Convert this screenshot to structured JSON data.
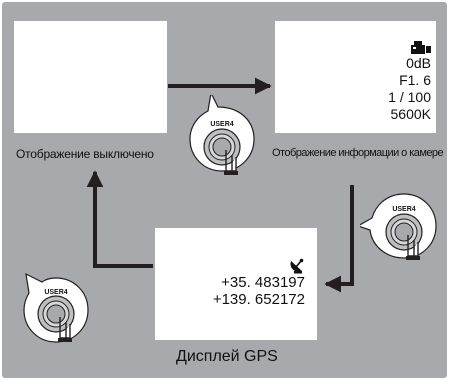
{
  "screens": {
    "off": {
      "caption": "Отображение выключено"
    },
    "camera": {
      "caption": "Отображение информации о камере",
      "icon": "video-camera-icon",
      "gain": "0dB",
      "iris": "F1. 6",
      "shutter": "1 / 100",
      "white_balance": "5600K"
    },
    "gps": {
      "caption": "Дисплей GPS",
      "icon": "satellite-dish-icon",
      "latitude": "+35. 483197",
      "longitude": "+139. 652172"
    }
  },
  "buttons": [
    {
      "label": "USER4",
      "icon": "press-finger-icon"
    },
    {
      "label": "USER4",
      "icon": "press-finger-icon"
    },
    {
      "label": "USER4",
      "icon": "press-finger-icon"
    }
  ],
  "colors": {
    "panel": "#a7a9ac",
    "arrow": "#231f20",
    "screen": "#ffffff"
  }
}
